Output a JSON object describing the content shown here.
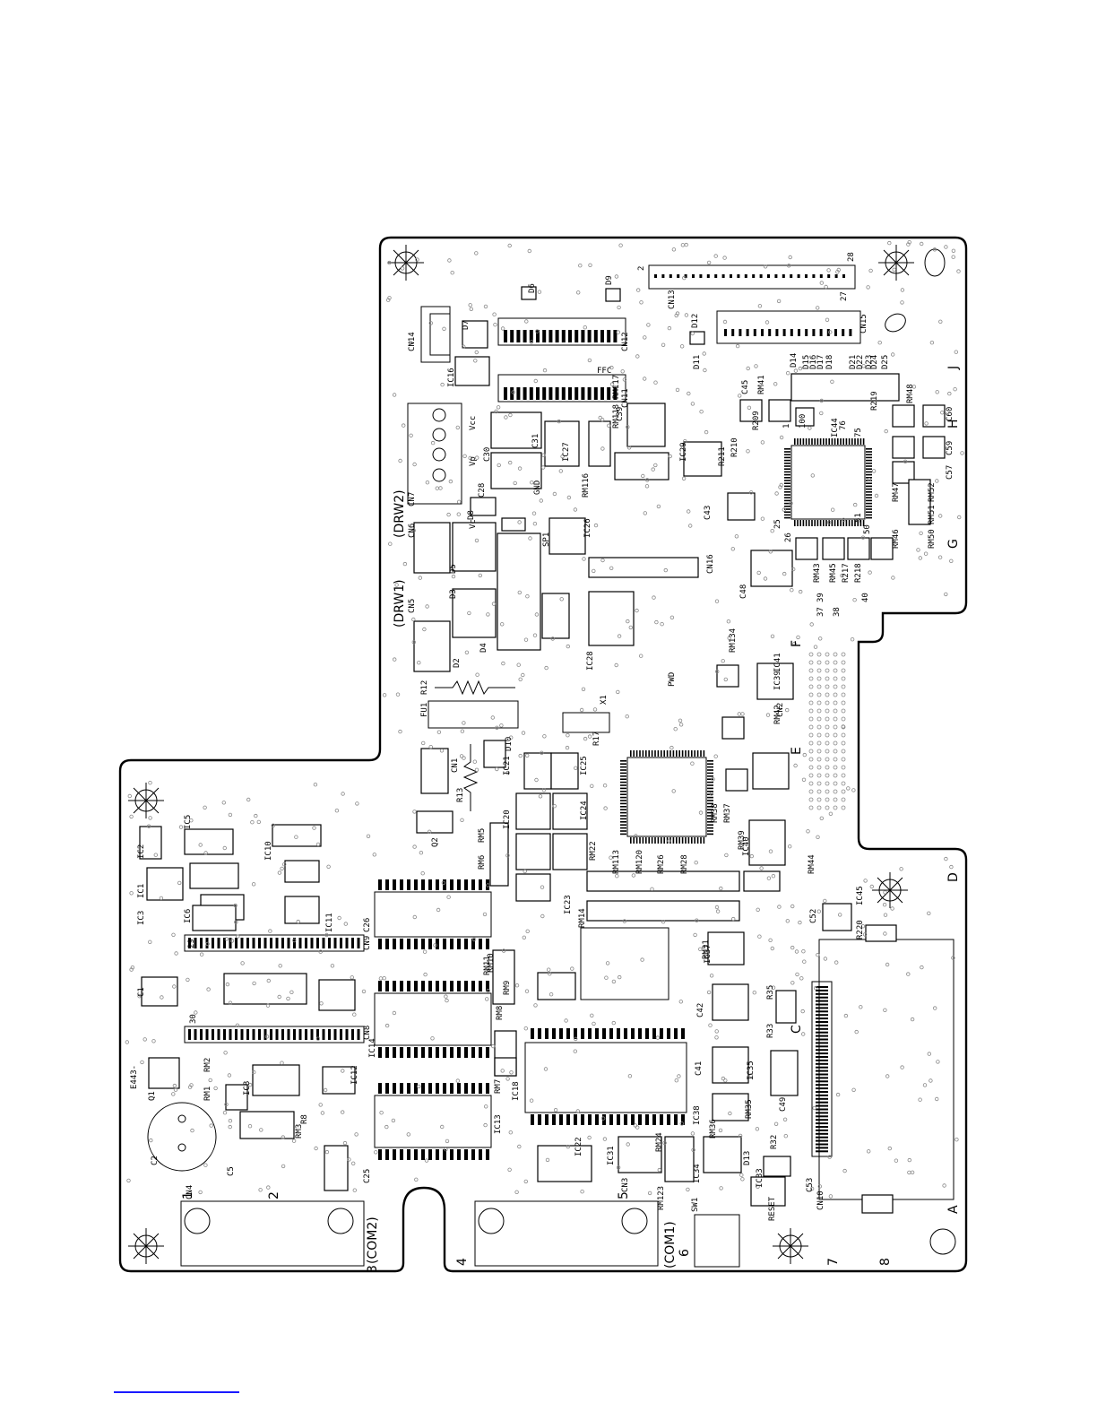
{
  "connectors": {
    "drw1": "(DRW1)",
    "drw2": "(DRW2)",
    "com1": "(COM1)",
    "com2": "(COM2)"
  },
  "edge_markers": [
    "J",
    "H",
    "G",
    "F",
    "E",
    "D",
    "C",
    "A"
  ],
  "port_numbers": [
    "1",
    "2",
    "3",
    "4",
    "5",
    "6",
    "7",
    "8"
  ],
  "silkscreen": {
    "pwd": "PWD",
    "reset": "RESET",
    "sw1": "SW1",
    "gnd": "GND",
    "ffc": "FFC",
    "fu1": "FU1",
    "e443": "E443-",
    "cn14": "CN14",
    "cn13": "CN13",
    "cn15": "CN15",
    "cn12": "CN12",
    "cn11": "CN11",
    "cn7": "CN7",
    "cn6": "CN6",
    "cn5": "CN5",
    "cn16": "CN16",
    "cn1": "CN1",
    "cn8": "CN8",
    "cn9": "CN9",
    "cn2": "CN2",
    "cn3": "CN3",
    "cn4": "CN4",
    "cn10": "CN10",
    "ic28": "IC28",
    "ic29": "IC29",
    "ic37": "IC37",
    "ic38": "IC38",
    "ic39": "IC39",
    "ic40": "IC40",
    "ic41": "IC41",
    "ic44": "IC44",
    "ic14": "IC14",
    "ic16": "IC16",
    "ic18": "IC18",
    "ic12": "IC12",
    "ic13": "IC13",
    "ic22": "IC22",
    "ic35": "IC35",
    "ic31": "IC31",
    "ic1": "IC1",
    "ic2": "IC2",
    "ic3": "IC3",
    "ic5": "IC5",
    "ic6": "IC6",
    "ic8": "IC8",
    "ic10": "IC10",
    "ic11": "IC11",
    "ic20": "IC20",
    "ic21": "IC21",
    "ic23": "IC23",
    "ic24": "IC24",
    "ic25": "IC25",
    "ic26": "IC26",
    "ic27": "IC27",
    "ic45": "IC45",
    "ic33": "IC33",
    "ic34": "IC34",
    "rm1": "RM1",
    "rm2": "RM2",
    "rm3": "RM3",
    "rm5": "RM5",
    "rm6": "RM6",
    "rm7": "RM7",
    "rm8": "RM8",
    "rm9": "RM9",
    "rm10": "RM10",
    "rm11": "RM11",
    "rm14": "RM14",
    "rm22": "RM22",
    "rm24": "RM24",
    "rm26": "RM26",
    "rm28": "RM28",
    "rm31": "RM31",
    "rm35": "RM35",
    "rm36": "RM36",
    "rm37": "RM37",
    "rm38": "RM38",
    "rm39": "RM39",
    "rm41": "RM41",
    "rm42": "RM42",
    "rm43": "RM43",
    "rm44": "RM44",
    "rm45": "RM45",
    "rm46": "RM46",
    "rm47": "RM47",
    "rm48": "RM48",
    "rm50": "RM50",
    "rm51": "RM51",
    "rm52": "RM52",
    "rm113": "RM113",
    "rm116": "RM116",
    "rm117": "RM117",
    "rm118": "RM118",
    "rm120": "RM120",
    "rm123": "RM123",
    "rm134": "RM134",
    "c1": "C1",
    "c2": "C2",
    "c5": "C5",
    "c25": "C25",
    "c26": "C26",
    "c28": "C28",
    "c30": "C30",
    "c31": "C31",
    "c39": "C39",
    "c41": "C41",
    "c42": "C42",
    "c43": "C43",
    "c45": "C45",
    "c48": "C48",
    "c49": "C49",
    "c52": "C52",
    "c53": "C53",
    "c57": "C57",
    "c59": "C59",
    "c60": "C60",
    "r12": "R12",
    "r13": "R13",
    "r8": "R8",
    "r17": "R17",
    "r32": "R32",
    "r33": "R33",
    "r35": "R35",
    "r209": "R209",
    "r210": "R210",
    "r211": "R211",
    "r217": "R217",
    "r218": "R218",
    "r219": "R219",
    "r220": "R220",
    "d2": "D2",
    "d3": "D3",
    "d4": "D4",
    "d5": "D5",
    "d6": "D6",
    "d7": "D7",
    "d8": "D8",
    "d9": "D9",
    "d10": "D10",
    "d11": "D11",
    "d12": "D12",
    "d13": "D13",
    "d14": "D14",
    "d15": "D15",
    "d16": "D16",
    "d17": "D17",
    "d18": "D18",
    "d21": "D21",
    "d22": "D22",
    "d23": "D23",
    "d24": "D24",
    "d25": "D25",
    "q1": "Q1",
    "q2": "Q2",
    "x1": "X1",
    "sp1": "SP1",
    "vc": "Vc",
    "vp": "Vp",
    "vcc": "Vcc",
    "pin_100": "100",
    "pin_76": "76",
    "pin_75": "75",
    "pin_51": "51",
    "pin_50": "50",
    "pin_26": "26",
    "pin_25": "25",
    "pin_1": "1",
    "pin_28": "28",
    "pin_27": "27",
    "pin_30": "30",
    "pin_29": "29",
    "pin_37": "37",
    "pin_38": "38",
    "pin_39": "39",
    "pin_40": "40",
    "pin_2": "2"
  },
  "colors": {
    "ink": "#000000",
    "vias": "#888888",
    "link": "#1a1aff"
  }
}
